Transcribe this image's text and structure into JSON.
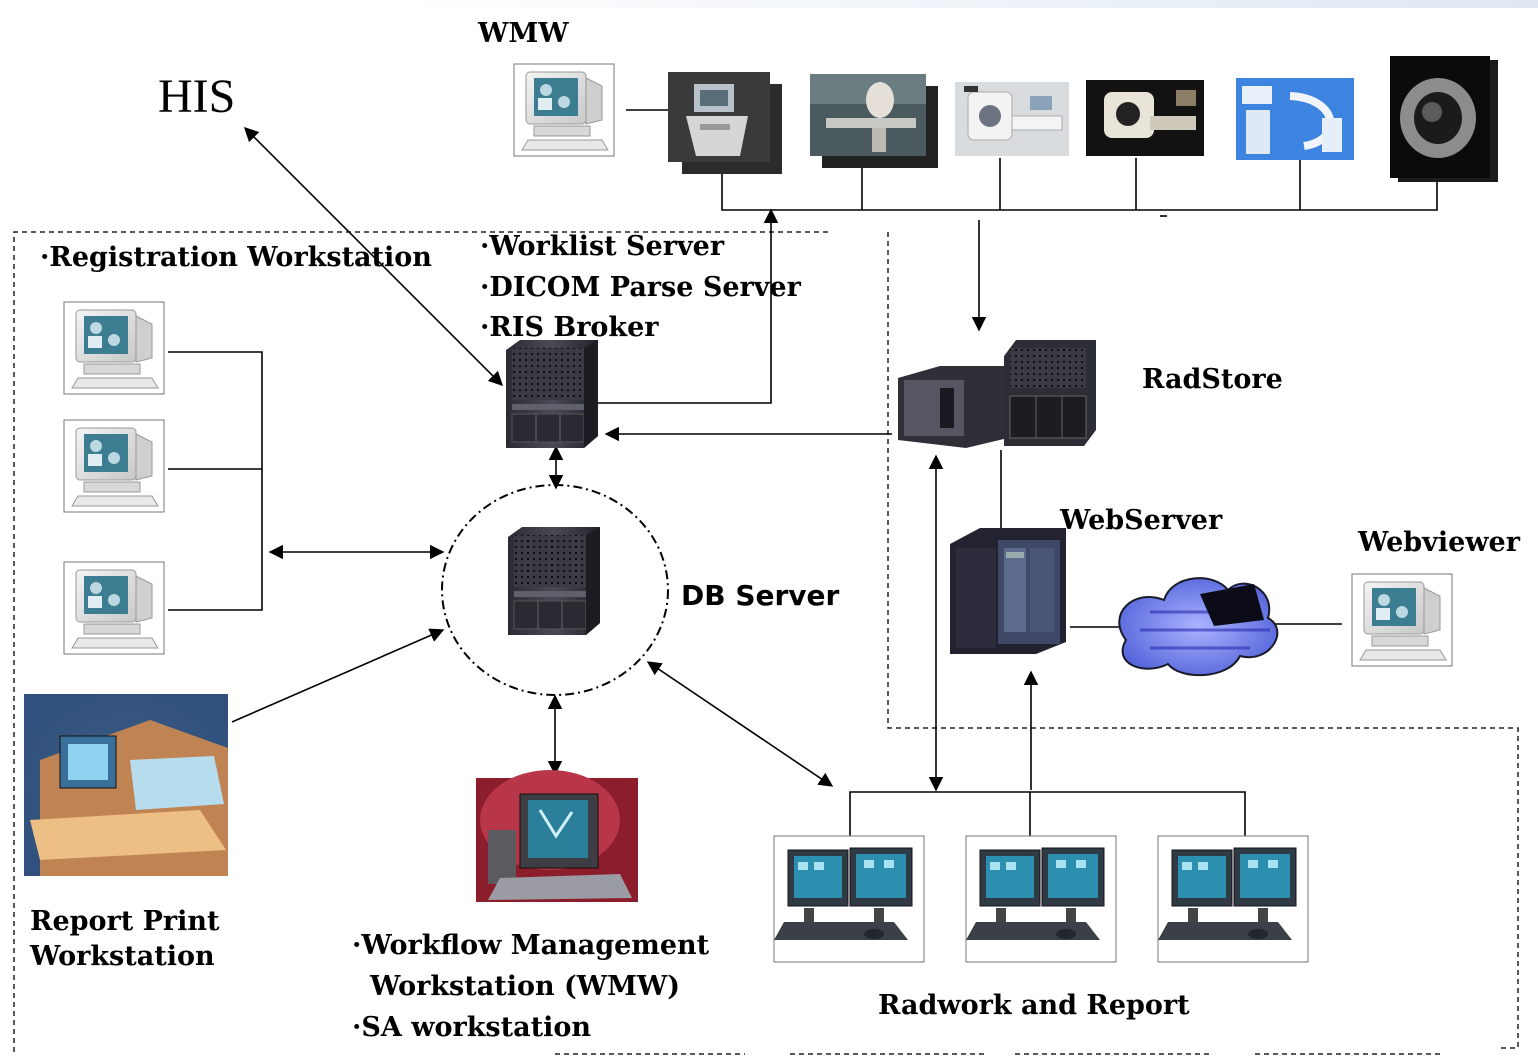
{
  "labels": {
    "his": "HIS",
    "wmw_top": "WMW",
    "registration": "·Registration Workstation",
    "worklist_server": "·Worklist Server",
    "dicom_parse_server": "·DICOM Parse Server",
    "ris_broker": "·RIS Broker",
    "radstore": "RadStore",
    "webserver": "WebServer",
    "webviewer": "Webviewer",
    "db_server": "DB Server",
    "report_print_1": "Report Print",
    "report_print_2": "Workstation",
    "wmw_1": "·Workflow Management",
    "wmw_2": "Workstation (WMW)",
    "sa_workstation": "·SA workstation",
    "radwork": "Radwork and Report"
  },
  "icons": [
    "workstation-icon",
    "ultrasound-modality-icon",
    "xray-room-modality-icon",
    "ct-modality-icon",
    "mr-modality-icon",
    "c-arm-modality-icon",
    "pet-scanner-icon",
    "server-icon",
    "storage-server-icon",
    "tower-server-icon",
    "network-cloud-icon",
    "print-workstation-icon",
    "wmw-computer-icon",
    "dual-monitor-workstation-icon"
  ],
  "colors": {
    "stroke": "#000000",
    "cloud": "#6f7ff0",
    "screen": "#2a7d96",
    "server": "#3a3a44"
  }
}
